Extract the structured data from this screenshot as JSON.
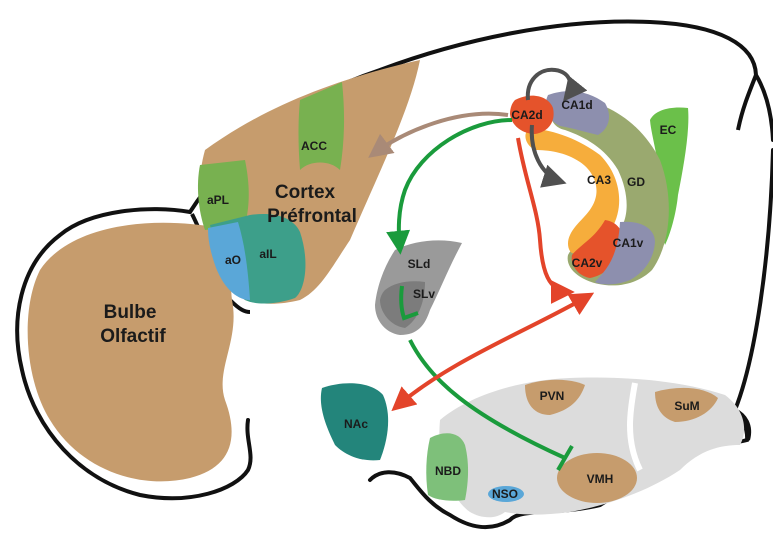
{
  "regions": {
    "bulbe_line1": "Bulbe",
    "bulbe_line2": "Olfactif",
    "cortex_line1": "Cortex",
    "cortex_line2": "Préfrontal",
    "acc": "ACC",
    "apl": "aPL",
    "ail": "aIL",
    "ao": "aO",
    "sld": "SLd",
    "slv": "SLv",
    "nac": "NAc",
    "nbd": "NBD",
    "nso": "NSO",
    "pvn": "PVN",
    "sum": "SuM",
    "vmh": "VMH",
    "ca2d": "CA2d",
    "ca1d": "CA1d",
    "ca3": "CA3",
    "gd": "GD",
    "ca1v": "CA1v",
    "ca2v": "CA2v",
    "ec": "EC"
  },
  "colors": {
    "tan": "#c69c6d",
    "green": "#78b150",
    "teal": "#3d9f8a",
    "blue": "#5aa7d8",
    "gray_light": "#dcdcdc",
    "gray_mid": "#8e8e8e",
    "dark_teal": "#23857b",
    "orange": "#f6ad3c",
    "red_orange": "#e5532b",
    "slate": "#8d8fae",
    "sage": "#9aa96f",
    "lime": "#6bc04a",
    "arrow_green": "#1a9b3c",
    "arrow_red": "#e3442a",
    "arrow_brown": "#a98a77",
    "arrow_gray": "#505050"
  }
}
